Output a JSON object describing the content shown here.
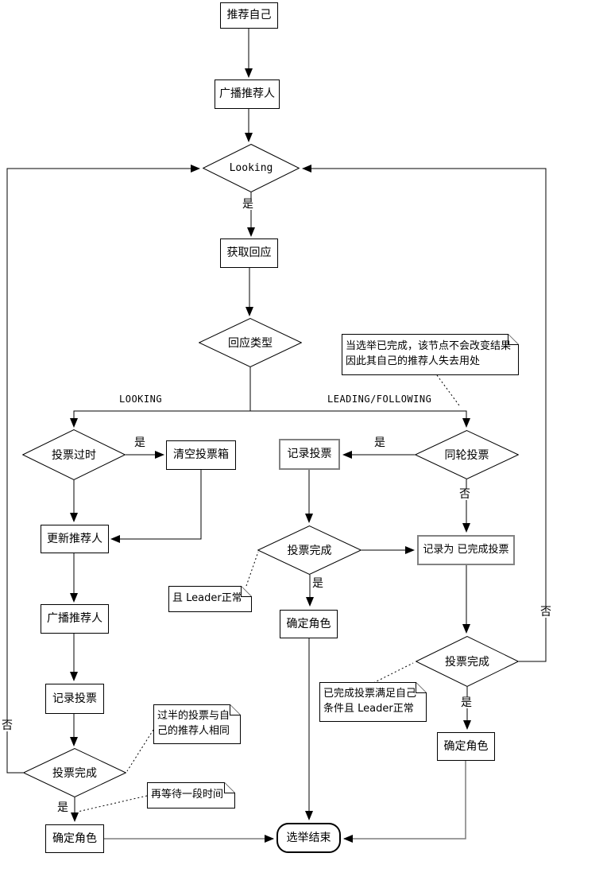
{
  "diagram": {
    "type": "flowchart",
    "colors": {
      "line": "#000000",
      "muted_border": "#828282",
      "background": "#ffffff"
    },
    "nodes": {
      "recommend_self": {
        "label": "推荐自己",
        "shape": "rect"
      },
      "broadcast_recommender1": {
        "label": "广播推荐人",
        "shape": "rect"
      },
      "looking": {
        "label": "Looking",
        "shape": "diamond"
      },
      "get_response": {
        "label": "获取回应",
        "shape": "rect"
      },
      "response_type": {
        "label": "回应类型",
        "shape": "diamond"
      },
      "vote_outdated": {
        "label": "投票过时",
        "shape": "diamond"
      },
      "clear_ballot_box": {
        "label": "清空投票箱",
        "shape": "rect"
      },
      "update_recommender": {
        "label": "更新推荐人",
        "shape": "rect"
      },
      "broadcast_recommender2": {
        "label": "广播推荐人",
        "shape": "rect"
      },
      "record_vote_left": {
        "label": "记录投票",
        "shape": "rect"
      },
      "vote_complete_left": {
        "label": "投票完成",
        "shape": "diamond"
      },
      "confirm_role_left": {
        "label": "确定角色",
        "shape": "rect"
      },
      "record_vote_mid": {
        "label": "记录投票",
        "shape": "rect"
      },
      "vote_complete_mid": {
        "label": "投票完成",
        "shape": "diamond"
      },
      "confirm_role_mid": {
        "label": "确定角色",
        "shape": "rect"
      },
      "same_round_vote": {
        "label": "同轮投票",
        "shape": "diamond"
      },
      "record_completed_vote": {
        "label": "记录为 已完成投票",
        "shape": "rect"
      },
      "vote_complete_right": {
        "label": "投票完成",
        "shape": "diamond"
      },
      "confirm_role_right": {
        "label": "确定角色",
        "shape": "rect"
      },
      "election_end": {
        "label": "选举结束",
        "shape": "terminal"
      }
    },
    "edge_labels": {
      "yes_looking": "是",
      "looking_branch": "LOOKING",
      "leading_branch": "LEADING/FOLLOWING",
      "yes_outdated": "是",
      "yes_same_round": "是",
      "no_same_round": "否",
      "yes_mid_complete": "是",
      "no_left": "否",
      "yes_left_complete": "是",
      "no_right": "否",
      "yes_right_complete": "是"
    },
    "notes": {
      "election_done": "当选举已完成，该节点不会改变结果\n因此其自己的推荐人失去用处",
      "leader_ok": "且 Leader正常",
      "majority_same": "过半的投票与自\n己的推荐人相同",
      "wait_more": "再等待一段时间",
      "completed_match": "已完成投票满足自己\n条件且 Leader正常"
    }
  }
}
